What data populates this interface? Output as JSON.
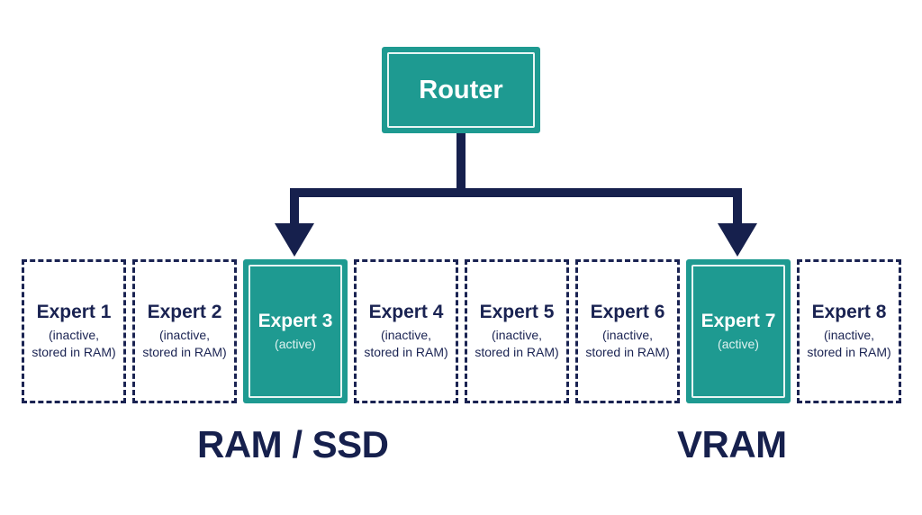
{
  "router": {
    "label": "Router"
  },
  "experts": [
    {
      "name": "Expert 1",
      "status": "(inactive,",
      "location": "stored in RAM)",
      "active": false
    },
    {
      "name": "Expert 2",
      "status": "(inactive,",
      "location": "stored in RAM)",
      "active": false
    },
    {
      "name": "Expert 3",
      "status": "(active)",
      "location": "",
      "active": true
    },
    {
      "name": "Expert 4",
      "status": "(inactive,",
      "location": "stored in RAM)",
      "active": false
    },
    {
      "name": "Expert 5",
      "status": "(inactive,",
      "location": "stored in RAM)",
      "active": false
    },
    {
      "name": "Expert 6",
      "status": "(inactive,",
      "location": "stored in RAM)",
      "active": false
    },
    {
      "name": "Expert 7",
      "status": "(active)",
      "location": "",
      "active": true
    },
    {
      "name": "Expert 8",
      "status": "(inactive,",
      "location": "stored in RAM)",
      "active": false
    }
  ],
  "memory_labels": {
    "left": "RAM / SSD",
    "right": "VRAM"
  },
  "colors": {
    "teal": "#1e9a91",
    "navy": "#16204d"
  }
}
